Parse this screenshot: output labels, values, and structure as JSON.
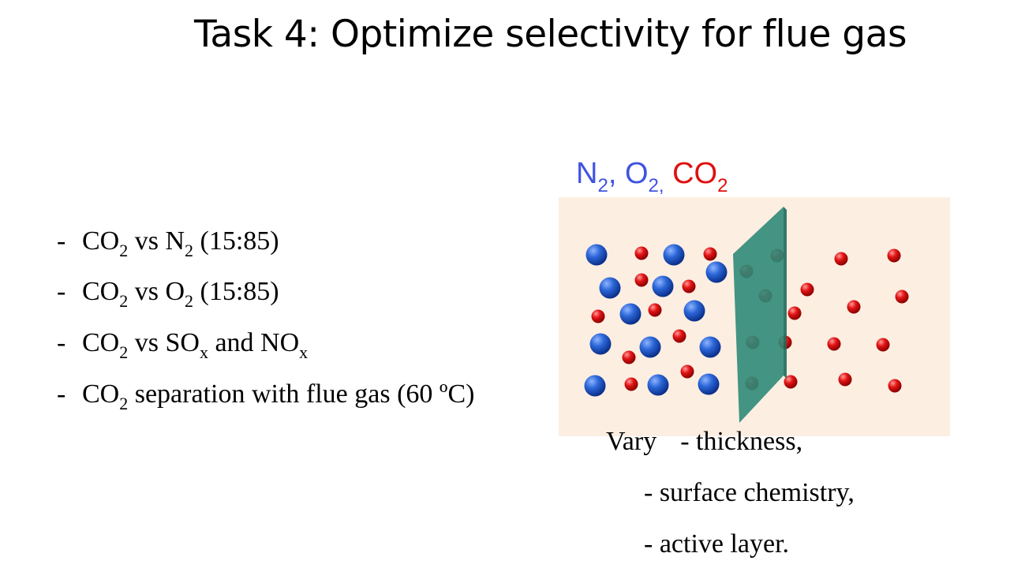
{
  "title": "Task 4: Optimize selectivity for flue gas",
  "bullets": [
    {
      "dash": "-",
      "a": "CO",
      "a_sub": "2",
      "b": " vs N",
      "b_sub": "2",
      "c": " (15:85)"
    },
    {
      "dash": "-",
      "a": "CO",
      "a_sub": "2",
      "b": " vs O",
      "b_sub": "2",
      "c": " (15:85)"
    },
    {
      "dash": "-",
      "a": "CO",
      "a_sub": "2",
      "b": " vs SO",
      "b_sub": "x",
      "c": " and NO",
      "c_sub": "x"
    },
    {
      "dash": "-",
      "a": "CO",
      "a_sub": "2",
      "b": " separation with flue gas (60 ºC)"
    }
  ],
  "gas_label": {
    "n": "N",
    "n_sub": "2",
    "sep1": ", ",
    "o": "O",
    "o_sub": "2,",
    "sep2": " ",
    "co": "CO",
    "co_sub": "2",
    "n_color": "#3f54e0",
    "co_color": "#e01010"
  },
  "diagram": {
    "background_color": "#fdeee2",
    "membrane_color": "#2f8a78",
    "blue_molecule_color": "#1f5fd0",
    "red_molecule_color": "#e01010"
  },
  "vary": {
    "head": "Vary",
    "items": [
      "- thickness,",
      "- surface chemistry,",
      "- active layer."
    ]
  }
}
